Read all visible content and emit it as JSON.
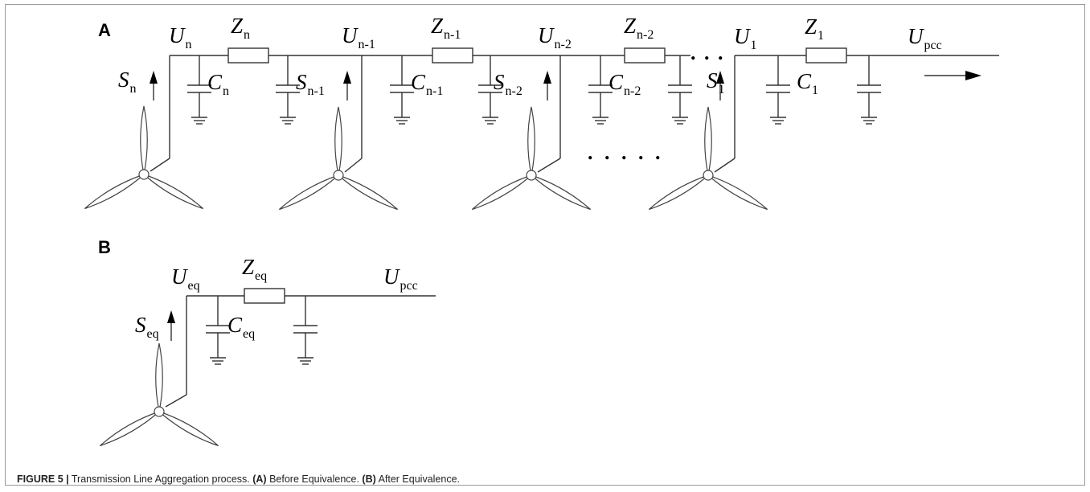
{
  "panels": {
    "a": {
      "letter": "A",
      "units": [
        {
          "U": "U",
          "U_sub": "n",
          "Z": "Z",
          "Z_sub": "n",
          "C": "C",
          "C_sub": "n",
          "S": "S",
          "S_sub": "n"
        },
        {
          "U": "U",
          "U_sub": "n-1",
          "Z": "Z",
          "Z_sub": "n-1",
          "C": "C",
          "C_sub": "n-1",
          "S": "S",
          "S_sub": "n-1"
        },
        {
          "U": "U",
          "U_sub": "n-2",
          "Z": "Z",
          "Z_sub": "n-2",
          "C": "C",
          "C_sub": "n-2",
          "S": "S",
          "S_sub": "n-2"
        },
        {
          "U": "U",
          "U_sub": "1",
          "Z": "Z",
          "Z_sub": "1",
          "C": "C",
          "C_sub": "1",
          "S": "S",
          "S_sub": "1"
        }
      ],
      "pcc": {
        "U": "U",
        "U_sub": "pcc"
      },
      "ellipsis_top": ". . .",
      "ellipsis_mid": ". . . . ."
    },
    "b": {
      "letter": "B",
      "unit": {
        "U": "U",
        "U_sub": "eq",
        "Z": "Z",
        "Z_sub": "eq",
        "C": "C",
        "C_sub": "eq",
        "S": "S",
        "S_sub": "eq"
      },
      "pcc": {
        "U": "U",
        "U_sub": "pcc"
      }
    }
  },
  "caption": {
    "figure_label": "FIGURE 5 |",
    "title": " Transmission Line Aggregation process. ",
    "a_label": "(A)",
    "a_text": " Before Equivalence. ",
    "b_label": "(B)",
    "b_text": " After Equivalence."
  }
}
